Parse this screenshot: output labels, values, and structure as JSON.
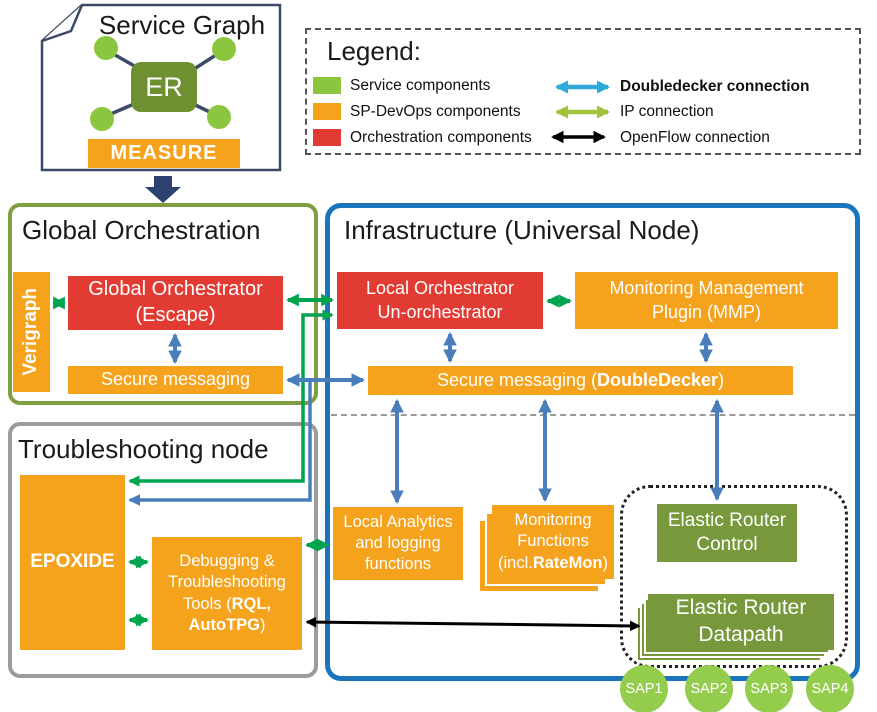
{
  "colors": {
    "orange_component": "#F5A21C",
    "red_component": "#E23B34",
    "green_component": "#8CC63F",
    "olive_component": "#78993B",
    "sap_green": "#94CC4D",
    "infrastructure_border": "#1B75BC",
    "orchestration_border": "#7E9E41",
    "troubleshooting_border": "#9C9C9C",
    "doubledecker_arrow": "#4A7EBB",
    "ip_arrow": "#00A44E",
    "openflow_arrow": "#000000",
    "legend_doubledecker_arrow": "#2FA9DC",
    "legend_ip_arrow": "#A4C33C",
    "navy": "#3C4A68"
  },
  "service_graph": {
    "title": "Service Graph",
    "er_label": "ER",
    "measure_label": "MEASURE"
  },
  "legend": {
    "title": "Legend:",
    "items": [
      {
        "label": "Service components",
        "color": "#8CC63F"
      },
      {
        "label": "SP-DevOps components",
        "color": "#F5A21C"
      },
      {
        "label": "Orchestration components",
        "color": "#E23B34"
      }
    ],
    "connections": [
      {
        "label": "Doubledecker connection",
        "color": "#2FA9DC"
      },
      {
        "label": "IP connection",
        "color": "#A4C33C"
      },
      {
        "label": "OpenFlow connection",
        "color": "#000000"
      }
    ]
  },
  "global_orchestration": {
    "title": "Global Orchestration",
    "verigraph": "Verigraph",
    "orchestrator_line1": "Global Orchestrator",
    "orchestrator_line2": "(Escape)",
    "secure_messaging": "Secure messaging"
  },
  "infrastructure": {
    "title": "Infrastructure (Universal Node)",
    "local_orchestrator_line1": "Local Orchestrator",
    "local_orchestrator_line2": "Un-orchestrator",
    "mmp_line1": "Monitoring Management",
    "mmp_line2": "Plugin (MMP)",
    "dd_prefix": "Secure messaging (",
    "dd_bold": "DoubleDecker",
    "dd_suffix": ")",
    "analytics_line1": "Local Analytics",
    "analytics_line2": "and logging",
    "analytics_line3": "functions",
    "monitoring_line1": "Monitoring",
    "monitoring_line2": "Functions",
    "monitoring_line3_prefix": "(incl.",
    "monitoring_line3_bold": "RateMon",
    "monitoring_line3_suffix": ")",
    "er_control_line1": "Elastic Router",
    "er_control_line2": "Control",
    "er_datapath_line1": "Elastic Router",
    "er_datapath_line2": "Datapath"
  },
  "troubleshooting": {
    "title": "Troubleshooting node",
    "epoxide": "EPOXIDE",
    "debug_line1": "Debugging &",
    "debug_line2": "Troubleshooting",
    "debug_line3_prefix": "Tools (",
    "debug_line3_bold": "RQL,",
    "debug_line4_bold": "AutoTPG",
    "debug_line4_suffix": ")"
  },
  "saps": [
    "SAP1",
    "SAP2",
    "SAP3",
    "SAP4"
  ]
}
